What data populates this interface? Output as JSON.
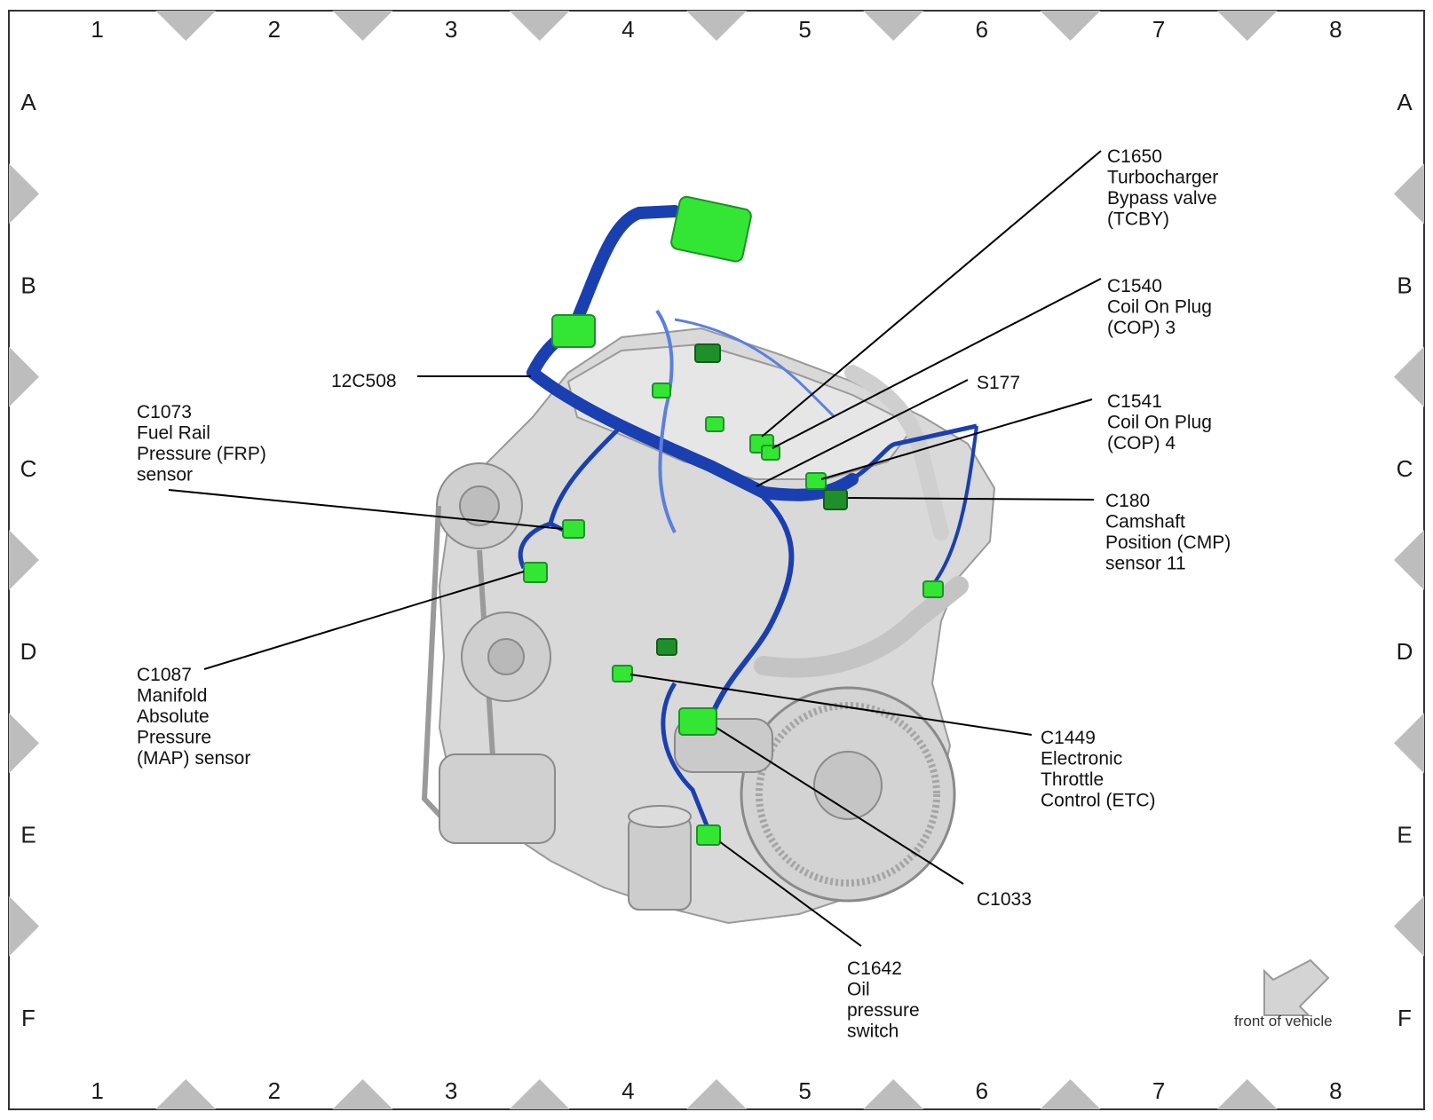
{
  "grid": {
    "columns": [
      "1",
      "2",
      "3",
      "4",
      "5",
      "6",
      "7",
      "8"
    ],
    "rows": [
      "A",
      "B",
      "C",
      "D",
      "E",
      "F"
    ]
  },
  "callouts": {
    "harness": {
      "lines": [
        "12C508"
      ]
    },
    "c1650": {
      "lines": [
        "C1650",
        "Turbocharger",
        "Bypass valve",
        "(TCBY)"
      ]
    },
    "c1540": {
      "lines": [
        "C1540",
        "Coil On Plug",
        "(COP) 3"
      ]
    },
    "s177": {
      "lines": [
        "S177"
      ]
    },
    "c1541": {
      "lines": [
        "C1541",
        "Coil On Plug",
        "(COP) 4"
      ]
    },
    "c180": {
      "lines": [
        "C180",
        "Camshaft",
        "Position (CMP)",
        "sensor 11"
      ]
    },
    "c1073": {
      "lines": [
        "C1073",
        "Fuel Rail",
        "Pressure (FRP)",
        "sensor"
      ]
    },
    "c1087": {
      "lines": [
        "C1087",
        "Manifold",
        "Absolute",
        "Pressure",
        "(MAP) sensor"
      ]
    },
    "c1449": {
      "lines": [
        "C1449",
        "Electronic",
        "Throttle",
        "Control (ETC)"
      ]
    },
    "c1033": {
      "lines": [
        "C1033"
      ]
    },
    "c1642": {
      "lines": [
        "C1642",
        "Oil",
        "pressure",
        "switch"
      ]
    }
  },
  "orientation": {
    "label": "front of vehicle"
  },
  "colors": {
    "harness": "#1a3fb0",
    "harness_light": "#5b7fe0",
    "connector": "#33e633",
    "connector_dark": "#1f8f2a",
    "engine": "#d6d6d6",
    "engine_shadow": "#a9a9a9",
    "grid_marker": "#bdbdbd",
    "leader": "#000000"
  }
}
